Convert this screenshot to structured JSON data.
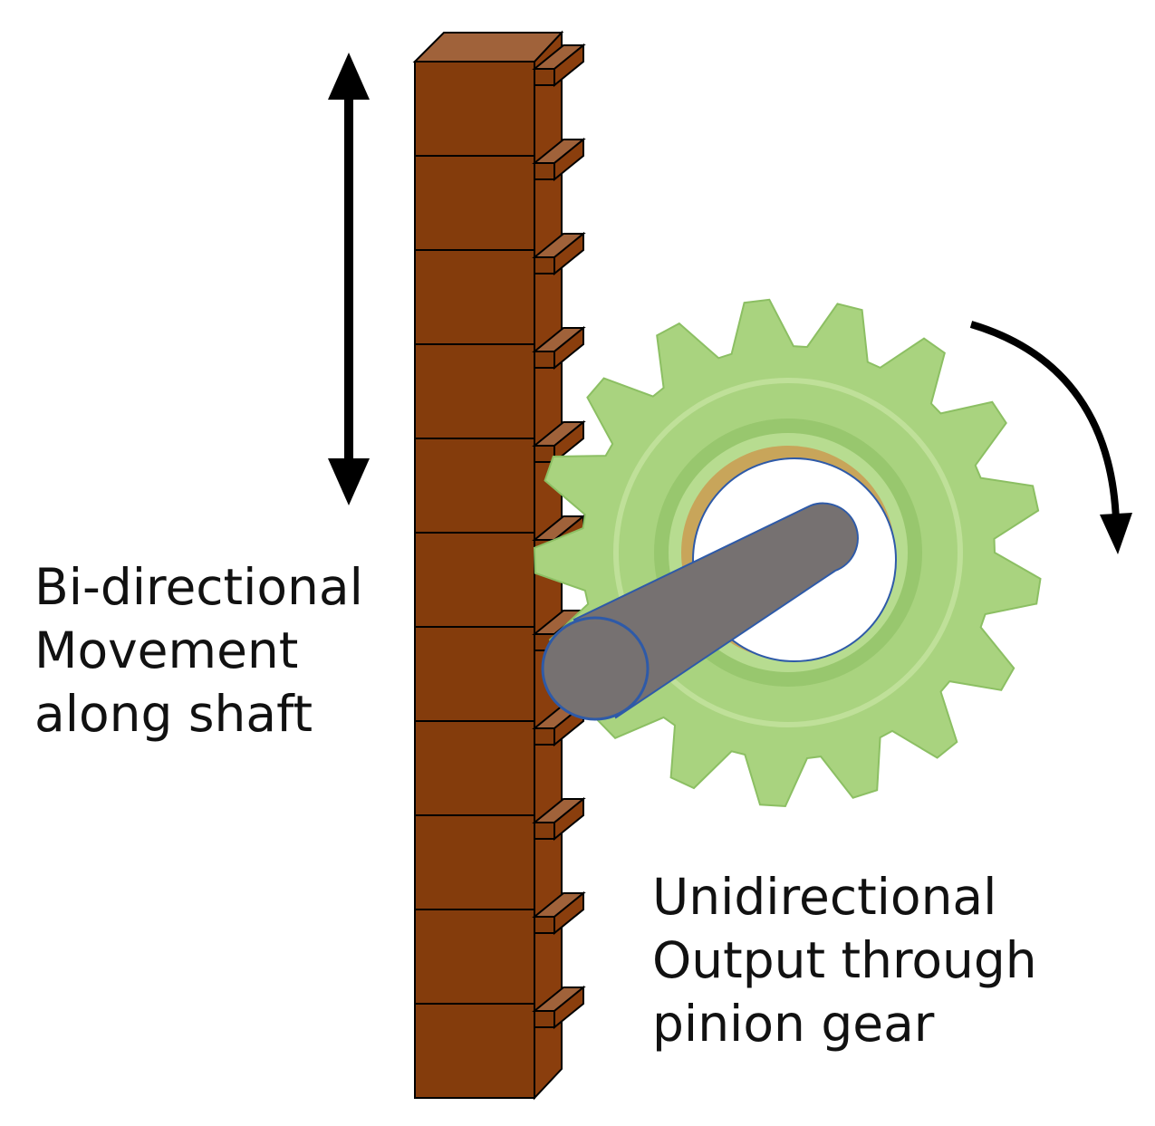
{
  "colors": {
    "rack_front": "#843c0c",
    "rack_top": "#a0623a",
    "rack_side": "#8a3e0d",
    "gear": "#a9d37f",
    "gear_dark": "#7fb35a",
    "gear_light": "#c9e6a4",
    "shaft": "#767171",
    "shaft_outline": "#2e5aa8",
    "arrow": "#000000"
  },
  "labels": {
    "movement": {
      "line1": "Bi-directional",
      "line2": "Movement",
      "line3": "along shaft"
    },
    "output": {
      "line1": "Unidirectional",
      "line2": "Output through",
      "line3": "pinion gear"
    }
  },
  "icons": {
    "rack": "gear-rack-icon",
    "pinion": "pinion-gear-icon",
    "shaft": "shaft-icon",
    "linear_motion": "double-headed-arrow-icon",
    "rotation": "curved-arrow-icon"
  }
}
